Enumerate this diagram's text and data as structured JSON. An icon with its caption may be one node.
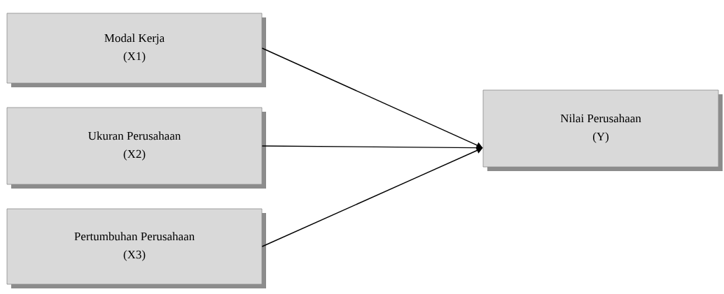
{
  "diagram": {
    "nodes": [
      {
        "text": [
          "Modal Kerja",
          "(X1)"
        ]
      },
      {
        "text": [
          "Ukuran Perusahaan",
          "(X2)"
        ]
      },
      {
        "text": [
          "Pertumbuhan Perusahaan",
          "(X3)"
        ]
      },
      {
        "text": [
          "Nilai Perusahaan",
          "(Y)"
        ]
      }
    ],
    "edges": [
      {
        "from": 0,
        "to": 3,
        "arrow": "to"
      },
      {
        "from": 1,
        "to": 3,
        "arrow": "to"
      },
      {
        "from": 2,
        "to": 3,
        "arrow": "to"
      }
    ]
  }
}
